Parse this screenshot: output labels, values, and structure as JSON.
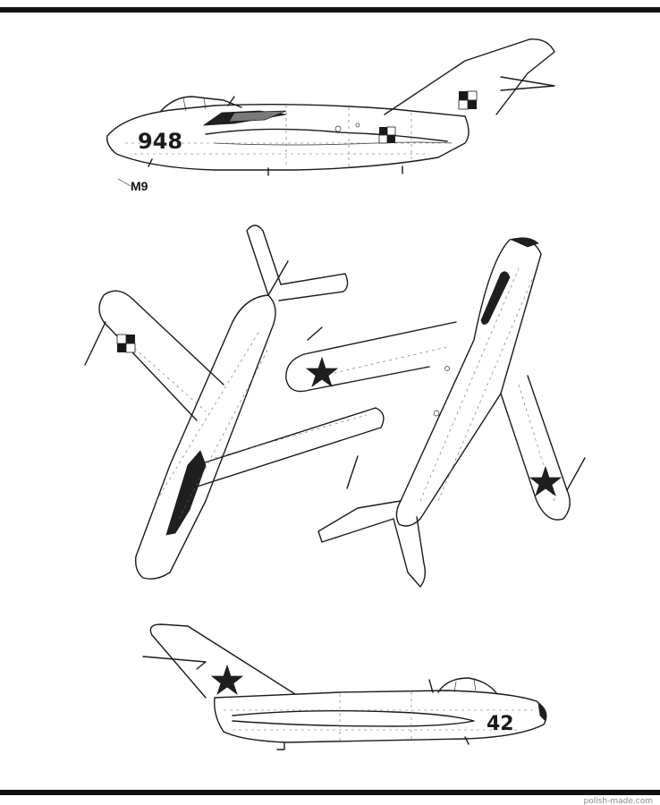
{
  "drawing": {
    "top_view_label": "M9",
    "top_side_tail_code": "948",
    "bottom_side_tail_code": "42",
    "watermark": "polish-made.com"
  },
  "insignia": {
    "poland_checker": [
      "#1a1a1a",
      "#ffffff"
    ],
    "soviet_star": "#1a1a1a"
  }
}
